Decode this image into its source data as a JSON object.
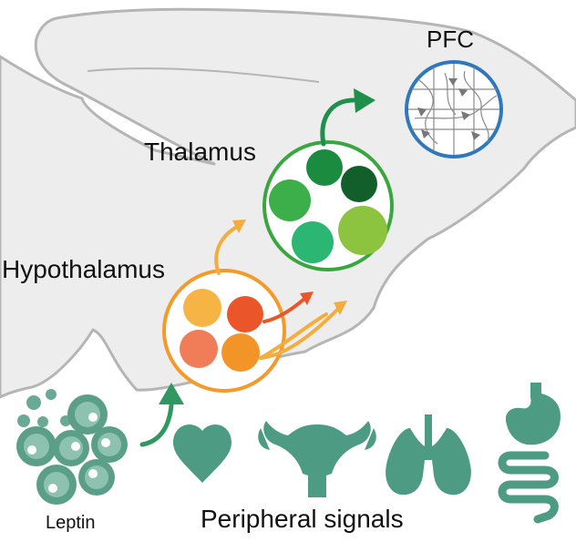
{
  "labels": {
    "pfc": "PFC",
    "thalamus": "Thalamus",
    "hypothalamus": "Hypothalamus",
    "leptin": "Leptin",
    "peripheral_signals": "Peripheral signals"
  },
  "colors": {
    "brain_fill": "#ededee",
    "brain_outline": "#b5b5b5",
    "organ_teal": "#4e9b84",
    "leptin_teal": "#5c9f89",
    "hypothalamus_ring": "#f39a2b",
    "thalamus_ring": "#3aa63f",
    "pfc_ring": "#2f78bd",
    "arrow_green": "#2e9860",
    "arrow_orange": "#f4ad3c",
    "arrow_red": "#e8562a",
    "hypothalamus_cells": [
      "#f6b445",
      "#ea5529",
      "#f07d57",
      "#f39428"
    ],
    "thalamus_cells": [
      "#1b8b3f",
      "#135f2b",
      "#3cae4a",
      "#8cc43f",
      "#2bb673"
    ]
  },
  "icons": [
    "brain-outline",
    "neuron-network-icon",
    "fat-cells-icon",
    "heart-icon",
    "uterus-icon",
    "lungs-icon",
    "digestive-tract-icon"
  ]
}
